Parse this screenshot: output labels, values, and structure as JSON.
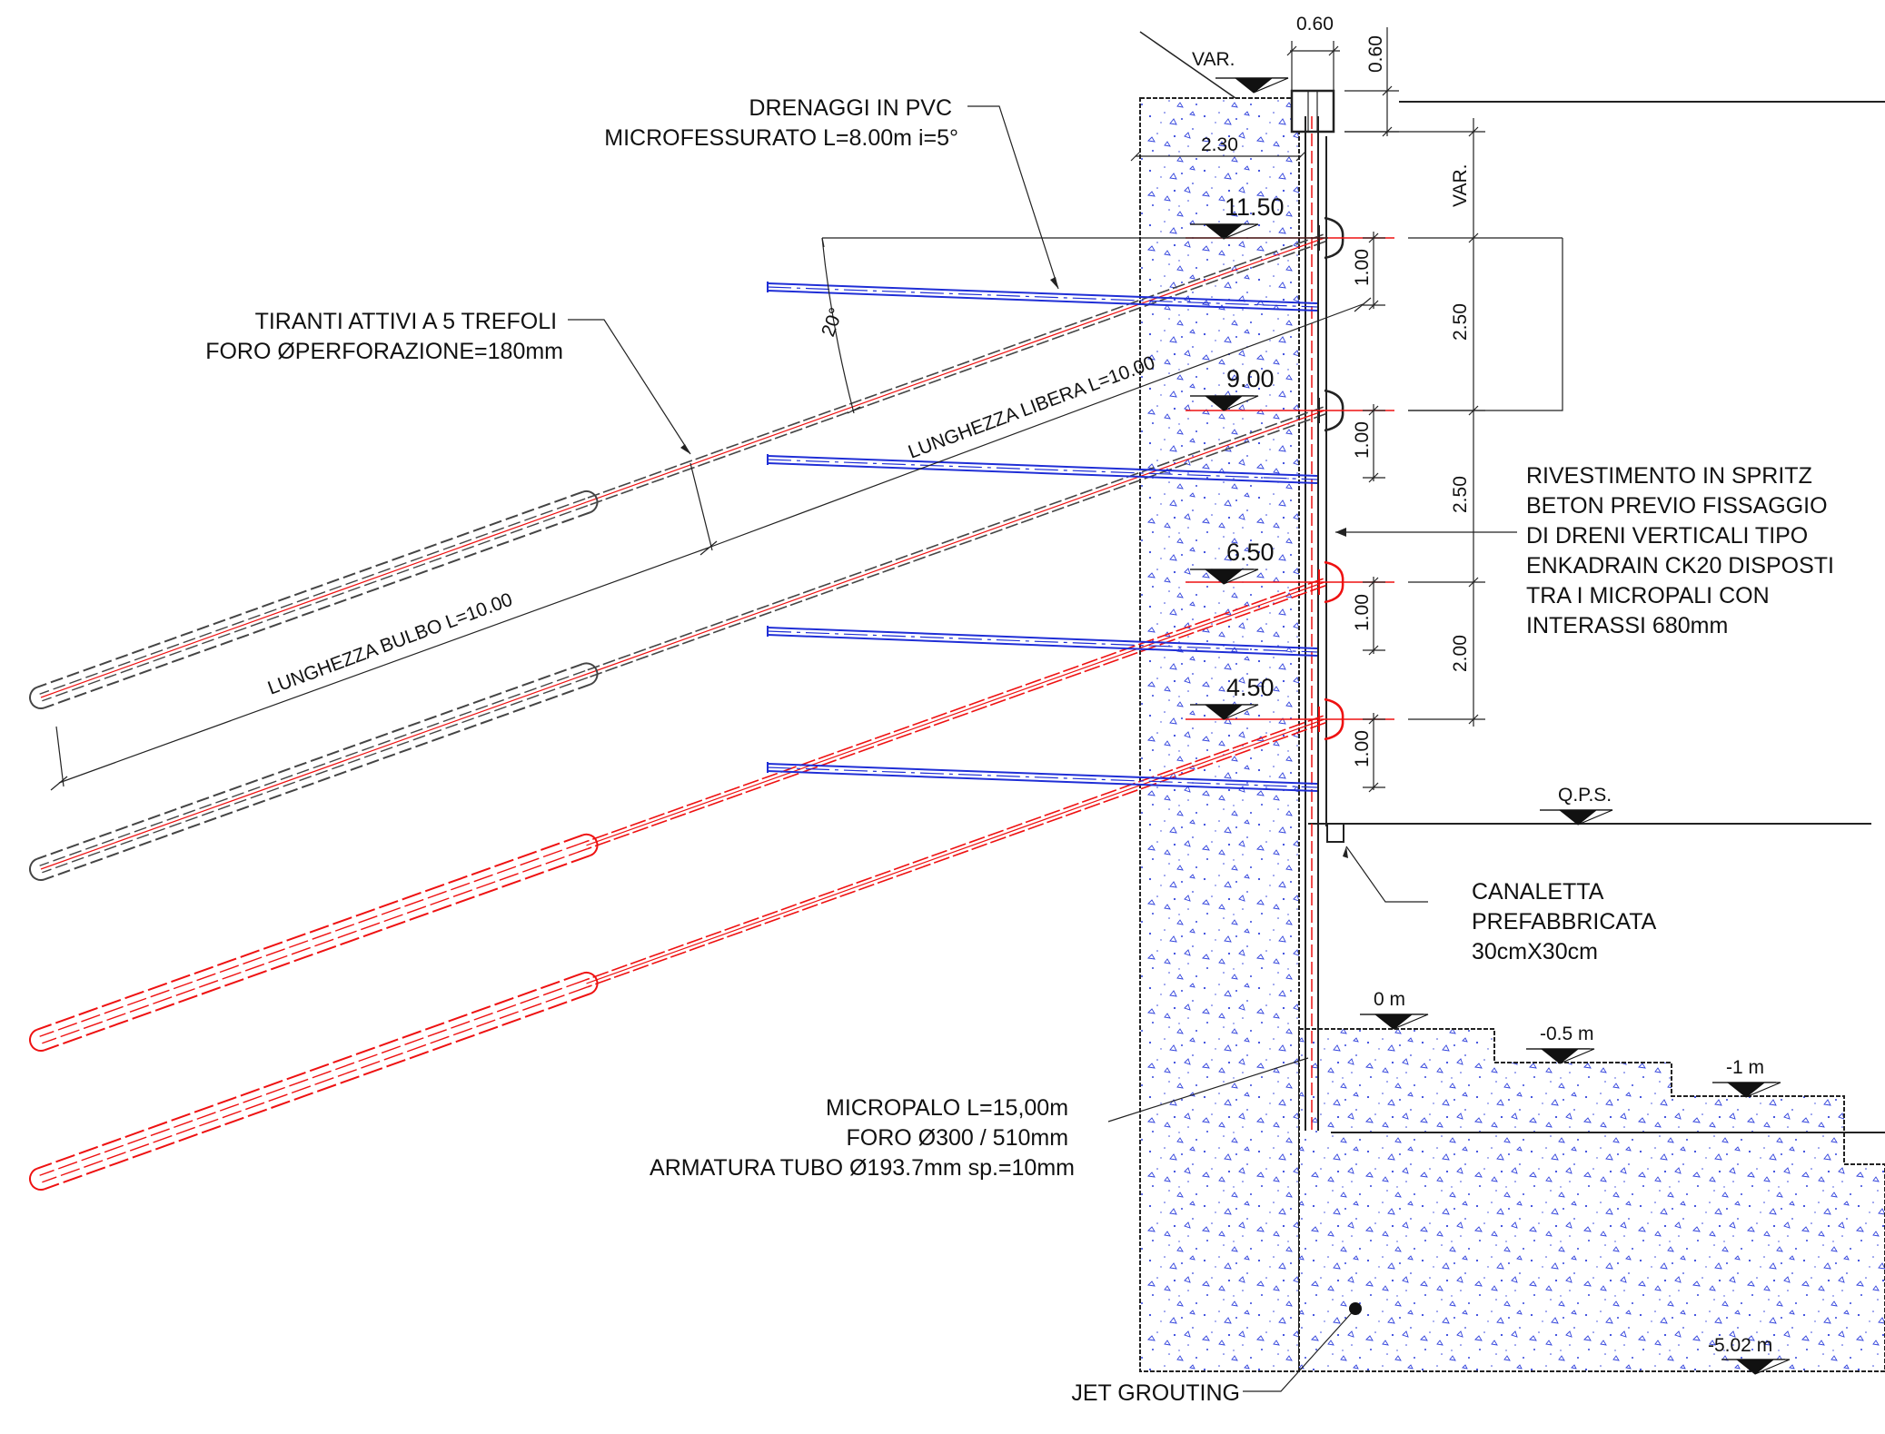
{
  "labels": {
    "drenaggi": [
      "DRENAGGI IN PVC",
      "MICROFESSURATO L=8.00m i=5°"
    ],
    "tiranti": [
      "TIRANTI ATTIVI A 5 TREFOLI",
      "FORO ØPERFORAZIONE=180mm"
    ],
    "rivestimento": [
      "RIVESTIMENTO IN SPRITZ",
      "BETON PREVIO FISSAGGIO",
      "DI DRENI VERTICALI TIPO",
      "ENKADRAIN CK20 DISPOSTI",
      "TRA I MICROPALI CON",
      "INTERASSI 680mm"
    ],
    "canaletta": [
      "CANALETTA",
      "PREFABBRICATA",
      "30cmX30cm"
    ],
    "micropalo": [
      "MICROPALO L=15,00m",
      "FORO Ø300 / 510mm",
      "ARMATURA TUBO Ø193.7mm sp.=10mm"
    ],
    "jet_grouting": "JET GROUTING",
    "lunghezza_libera": "LUNGHEZZA LIBERA L=10.00",
    "lunghezza_bulbo": "LUNGHEZZA BULBO L=10.00",
    "angle": "20°"
  },
  "levels": {
    "var_top": "VAR.",
    "anchor_1": "11.50",
    "anchor_2": "9.00",
    "anchor_3": "6.50",
    "anchor_4": "4.50",
    "qps": "Q.P.S.",
    "step_0": "0 m",
    "step_1": "-0.5 m",
    "step_2": "-1 m",
    "bottom": "-5.02 m"
  },
  "dimensions": {
    "cap_width": "0.60",
    "cap_height": "0.60",
    "var_vertical": "VAR.",
    "width_230": "2.30",
    "spacing_1": "2.50",
    "spacing_2": "2.50",
    "spacing_3": "2.00",
    "drain_offset_1": "1.00",
    "drain_offset_2": "1.00",
    "drain_offset_3": "1.00",
    "drain_offset_4": "1.00"
  },
  "colors": {
    "anchor_installed": "#ee1111",
    "anchor_existing": "#444444",
    "drain": "#1f2ed6",
    "grout_dots": "#3344dd",
    "lines": "#222222"
  }
}
